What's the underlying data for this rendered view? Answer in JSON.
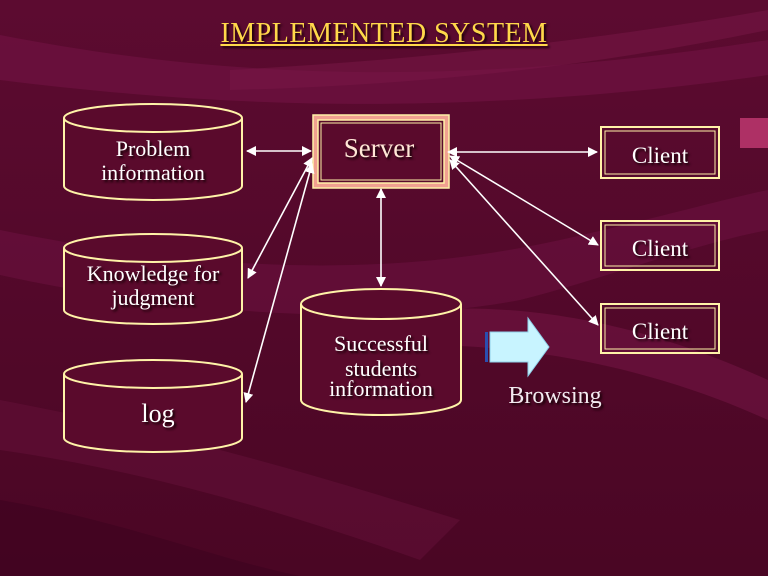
{
  "title": "IMPLEMENTED SYSTEM",
  "databases": {
    "problem": {
      "line1": "Problem",
      "line2": "information"
    },
    "knowledge": {
      "line1": "Knowledge for",
      "line2": "judgment"
    },
    "log": {
      "line1": "log"
    },
    "students": {
      "line1": "Successful",
      "line2": "students",
      "line3": "information"
    }
  },
  "server": {
    "label": "Server"
  },
  "clients": [
    {
      "label": "Client"
    },
    {
      "label": "Client"
    },
    {
      "label": "Client"
    }
  ],
  "browsing": {
    "label": "Browsing"
  },
  "colors": {
    "background": "#5a0a2c",
    "title": "#ffd84a",
    "outline": "#fff3a8",
    "arrow_fill": "#c8f4ff"
  }
}
